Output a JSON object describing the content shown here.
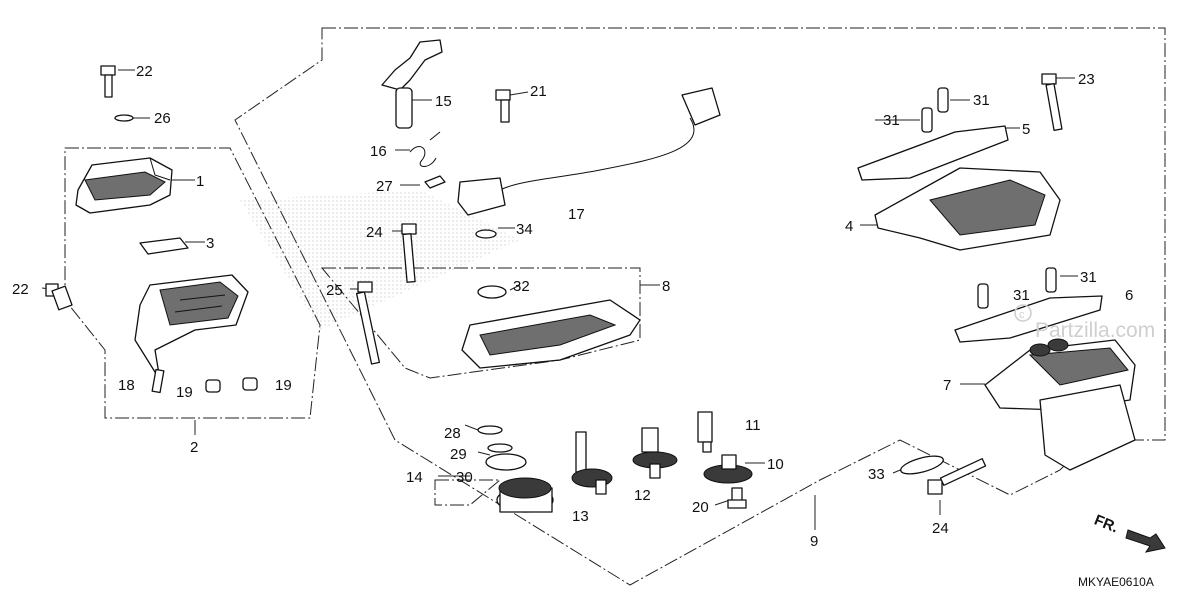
{
  "diagram_code": "MKYAE0610A",
  "watermark": "Partzilla.com",
  "front_label": "FR.",
  "callouts": {
    "c1": "1",
    "c2": "2",
    "c3": "3",
    "c4": "4",
    "c5": "5",
    "c6": "6",
    "c7": "7",
    "c8": "8",
    "c9": "9",
    "c10": "10",
    "c11": "11",
    "c12": "12",
    "c13": "13",
    "c14": "14",
    "c15": "15",
    "c16": "16",
    "c17": "17",
    "c18": "18",
    "c19a": "19",
    "c19b": "19",
    "c20": "20",
    "c21": "21",
    "c22a": "22",
    "c22b": "22",
    "c23": "23",
    "c24a": "24",
    "c24b": "24",
    "c25": "25",
    "c26": "26",
    "c27": "27",
    "c28": "28",
    "c29": "29",
    "c30": "30",
    "c31a": "31",
    "c31b": "31",
    "c31c": "31",
    "c31d": "31",
    "c32": "32",
    "c33": "33",
    "c34": "34"
  },
  "icons": {
    "front_arrow": "arrow-down-right-icon",
    "watermark_mark": "copyright-icon"
  }
}
